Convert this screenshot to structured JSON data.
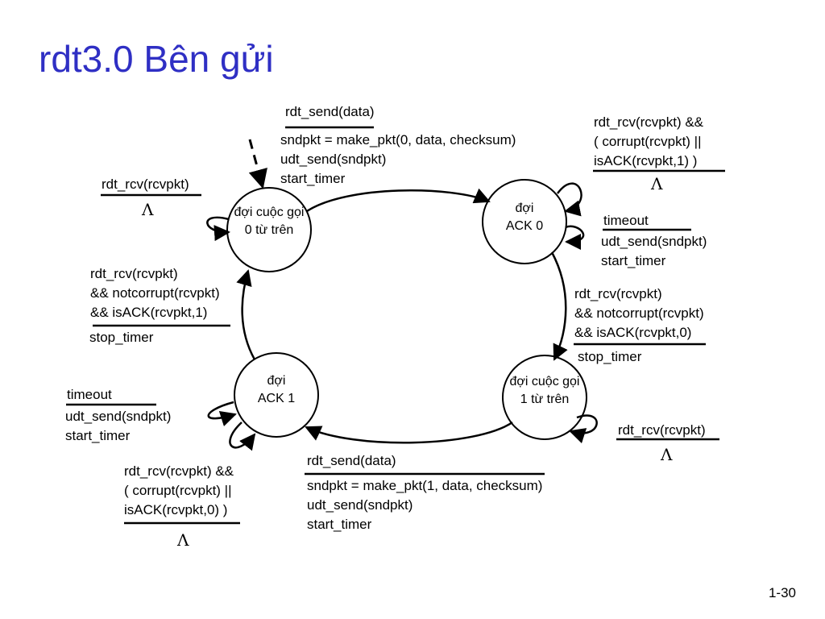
{
  "title": "rdt3.0 Bên gửi",
  "page_number": "1-30",
  "lambda": "Λ",
  "states": {
    "wait_call_0": [
      "đợi cuộc gọi",
      "0 từ trên"
    ],
    "wait_ack_0": [
      "đợi",
      "ACK 0"
    ],
    "wait_call_1": [
      "đợi cuộc gọi",
      "1 từ trên"
    ],
    "wait_ack_1": [
      "đợi",
      "ACK 1"
    ]
  },
  "transitions": {
    "call0_to_ack0": {
      "event": "rdt_send(data)",
      "actions": [
        "sndpkt = make_pkt(0, data, checksum)",
        "udt_send(sndpkt)",
        "start_timer"
      ]
    },
    "ack0_corrupt_self": {
      "event": [
        "rdt_rcv(rcvpkt) &&",
        "( corrupt(rcvpkt) ||",
        "isACK(rcvpkt,1) )"
      ]
    },
    "ack0_timeout_self": {
      "event": "timeout",
      "actions": [
        "udt_send(sndpkt)",
        "start_timer"
      ]
    },
    "ack0_to_call1": {
      "event": [
        "rdt_rcv(rcvpkt)",
        "&& notcorrupt(rcvpkt)",
        "&& isACK(rcvpkt,0)"
      ],
      "actions": [
        "stop_timer"
      ]
    },
    "call1_rcv_self": {
      "event": "rdt_rcv(rcvpkt)"
    },
    "call1_to_ack1": {
      "event": "rdt_send(data)",
      "actions": [
        "sndpkt = make_pkt(1, data, checksum)",
        "udt_send(sndpkt)",
        "start_timer"
      ]
    },
    "ack1_timeout_self": {
      "event": "timeout",
      "actions": [
        "udt_send(sndpkt)",
        "start_timer"
      ]
    },
    "ack1_corrupt_self": {
      "event": [
        "rdt_rcv(rcvpkt) &&",
        "( corrupt(rcvpkt) ||",
        "isACK(rcvpkt,0) )"
      ]
    },
    "ack1_to_call0": {
      "event": [
        "rdt_rcv(rcvpkt)",
        "&& notcorrupt(rcvpkt)",
        "&& isACK(rcvpkt,1)"
      ],
      "actions": [
        "stop_timer"
      ]
    },
    "call0_rcv_self": {
      "event": "rdt_rcv(rcvpkt)"
    }
  }
}
